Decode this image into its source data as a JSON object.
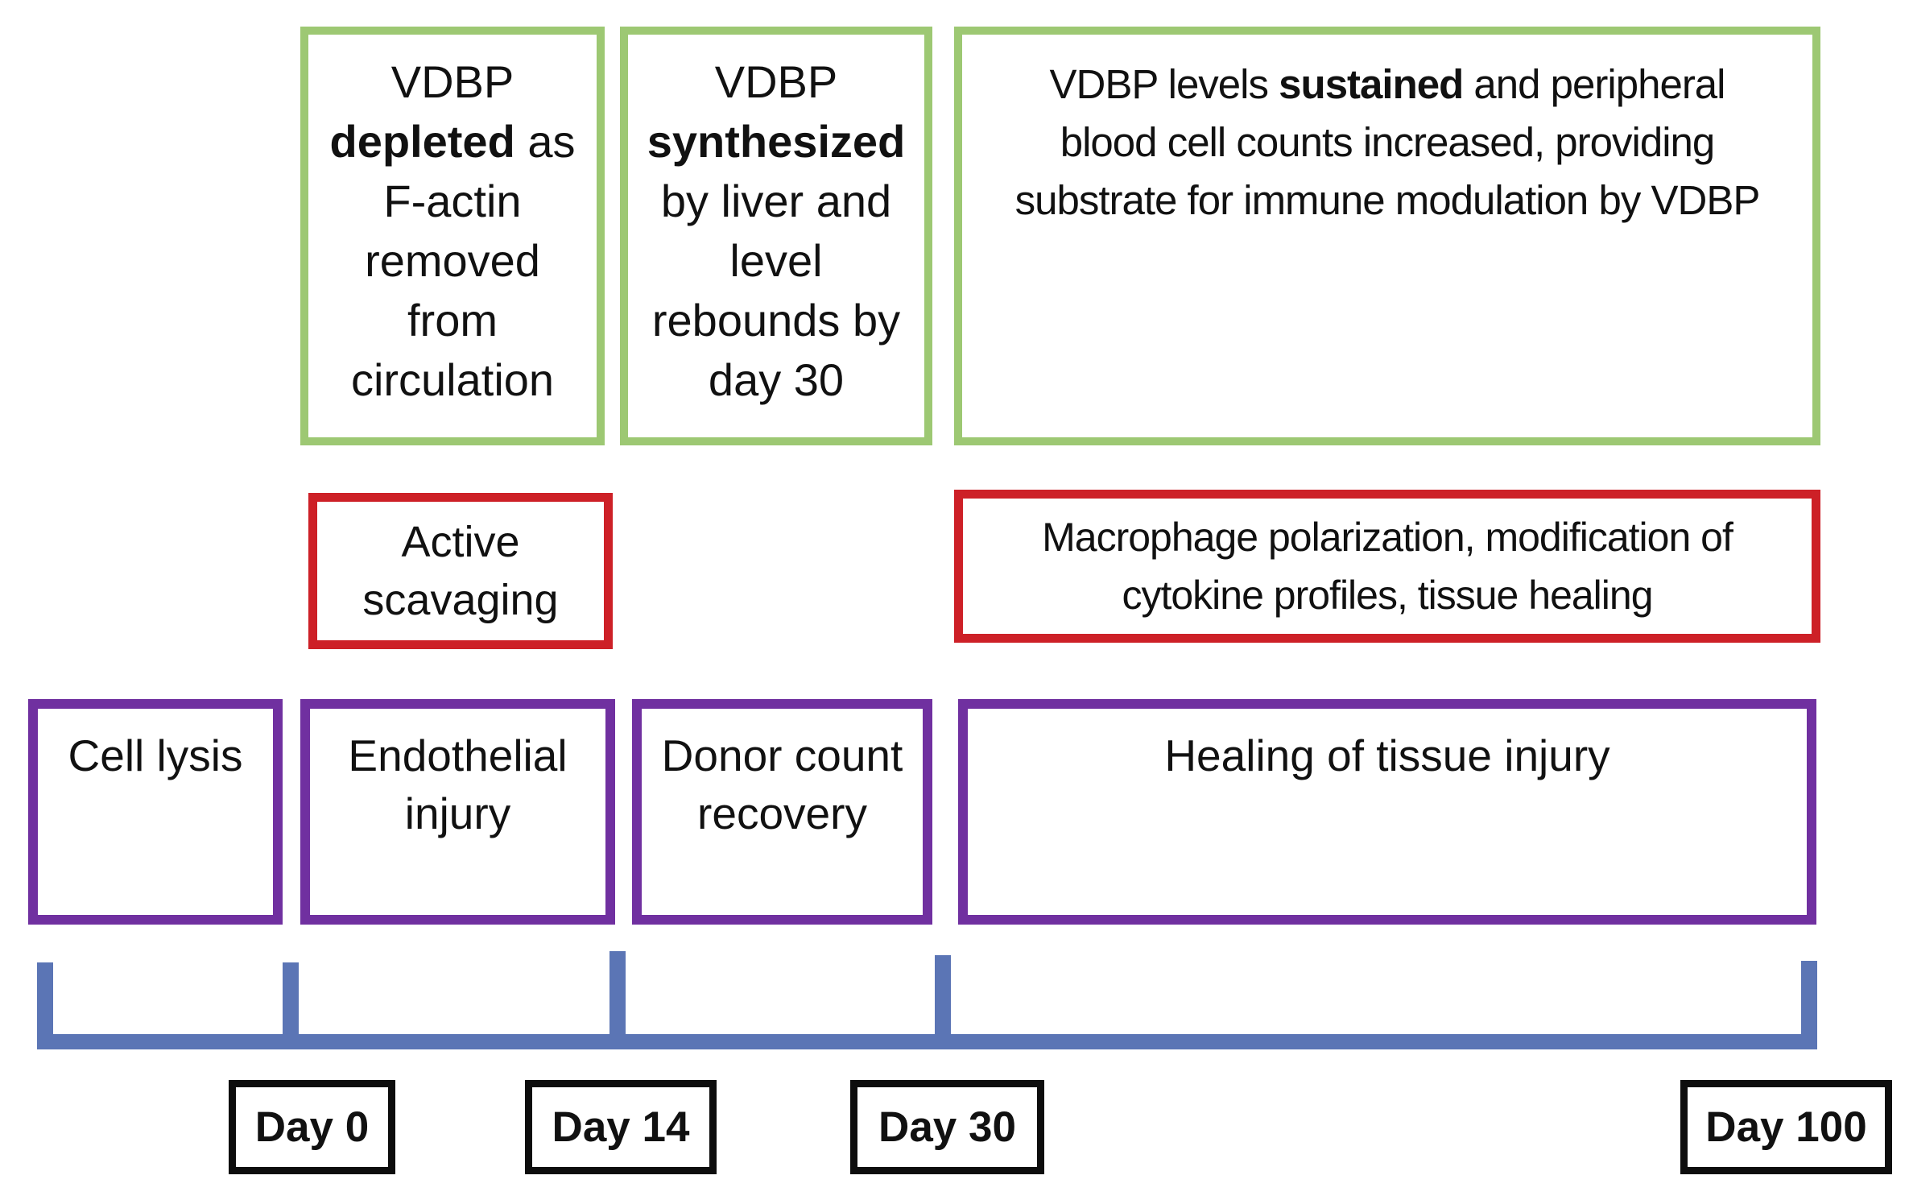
{
  "colors": {
    "green": "#9dc873",
    "red": "#cd2027",
    "purple": "#7030a0",
    "blue": "#5b75b5",
    "day_border": "#0d0d0d",
    "text": "#111111"
  },
  "green_boxes": [
    {
      "label": "vdbp-depleted",
      "runs": [
        {
          "t": "VDBP\n",
          "b": false
        },
        {
          "t": "depleted",
          "b": true
        },
        {
          "t": " as\nF-actin\nremoved\nfrom\ncirculation",
          "b": false
        }
      ]
    },
    {
      "label": "vdbp-synthesized",
      "runs": [
        {
          "t": "VDBP\n",
          "b": false
        },
        {
          "t": "synthesized",
          "b": true
        },
        {
          "t": "\nby liver and\nlevel\nrebounds by\nday 30",
          "b": false
        }
      ]
    },
    {
      "label": "vdbp-sustained",
      "runs": [
        {
          "t": "VDBP levels ",
          "b": false
        },
        {
          "t": "sustained",
          "b": true
        },
        {
          "t": " and peripheral\nblood cell counts increased, providing\nsubstrate for immune modulation by VDBP",
          "b": false
        }
      ]
    }
  ],
  "red_boxes": [
    {
      "label": "active-scavaging",
      "runs": [
        {
          "t": "Active\nscavaging",
          "b": false
        }
      ]
    },
    {
      "label": "macrophage-polarization",
      "runs": [
        {
          "t": "Macrophage polarization, modification of\ncytokine profiles, tissue healing",
          "b": false
        }
      ]
    }
  ],
  "purple_boxes": [
    {
      "label": "cell-lysis",
      "runs": [
        {
          "t": "Cell lysis",
          "b": false
        }
      ]
    },
    {
      "label": "endothelial-injury",
      "runs": [
        {
          "t": "Endothelial\ninjury",
          "b": false
        }
      ]
    },
    {
      "label": "donor-count-recovery",
      "runs": [
        {
          "t": "Donor count\nrecovery",
          "b": false
        }
      ]
    },
    {
      "label": "healing-tissue-injury",
      "runs": [
        {
          "t": "Healing of tissue injury",
          "b": false
        }
      ]
    }
  ],
  "timeline": {
    "day_labels": [
      "Day 0",
      "Day 14",
      "Day 30",
      "Day 100"
    ]
  }
}
